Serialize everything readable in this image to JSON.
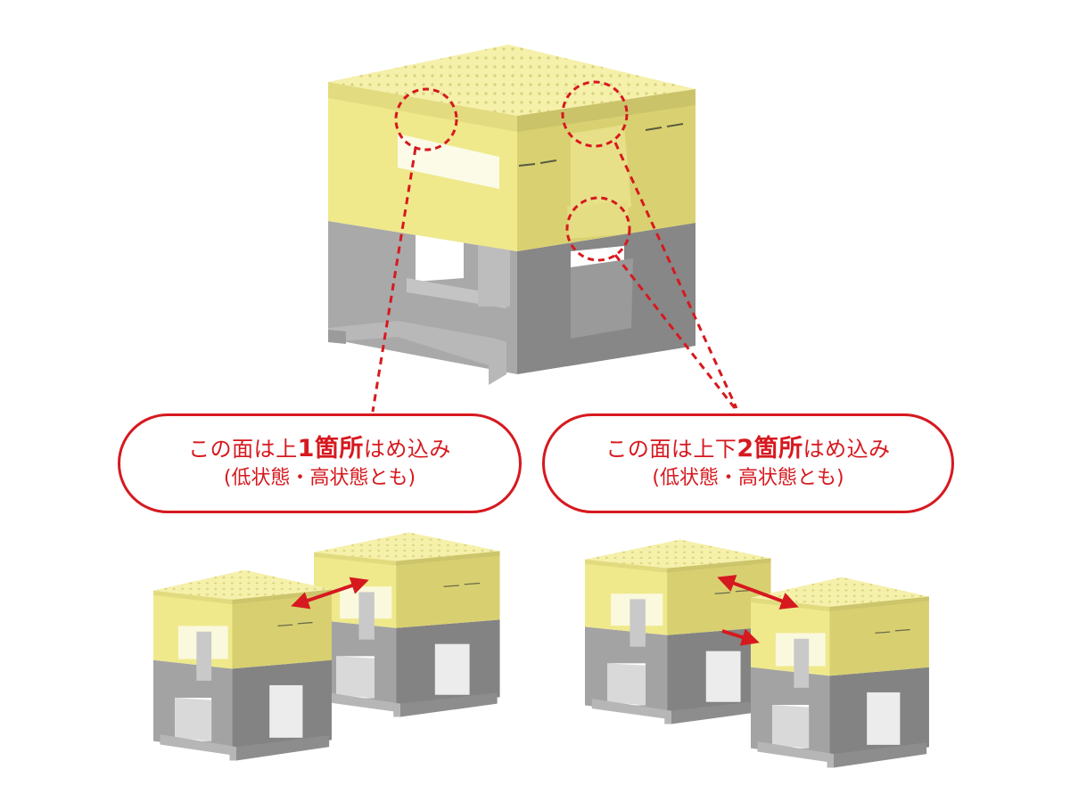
{
  "colors": {
    "accent_red": "#d6191f",
    "yellow": "#efe98c",
    "yellow_light": "#f5f0aa",
    "yellow_dark": "#d8d070",
    "gray": "#a3a3a3",
    "gray_light": "#b6b6b6",
    "gray_dark": "#838383"
  },
  "callouts": {
    "left": {
      "prefix": "この面は上",
      "emphasis": "1箇所",
      "suffix": "はめ込み",
      "line2": "(低状態・高状態とも)"
    },
    "right": {
      "prefix": "この面は上下",
      "emphasis": "2箇所",
      "suffix": "はめ込み",
      "line2": "(低状態・高状態とも)"
    }
  },
  "icons": {
    "main_product": "stacked-block-icon",
    "joint_marker": "dashed-circle-icon",
    "connection_arrow": "double-arrow-icon",
    "insert_arrow": "arrow-icon"
  }
}
